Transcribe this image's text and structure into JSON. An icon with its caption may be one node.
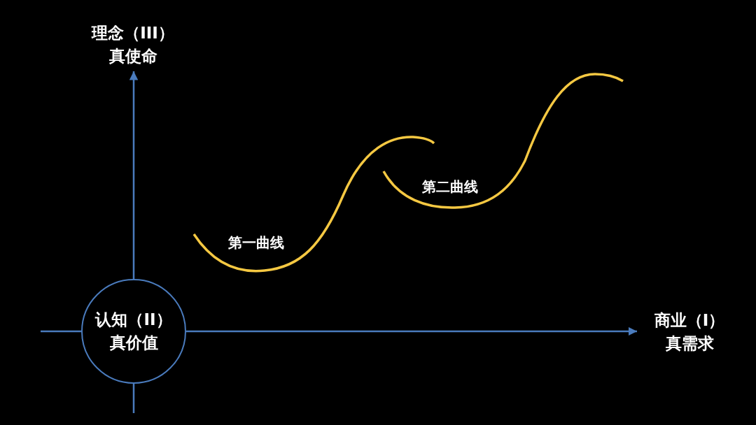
{
  "diagram": {
    "nodes": [
      {
        "text": [
          "认知（II）",
          "真价值"
        ]
      },
      {
        "text": [
          "理念（III）",
          "真使命"
        ]
      },
      {
        "text": [
          "商业（I）",
          "真需求"
        ]
      }
    ],
    "edges": [
      {
        "from": 0,
        "to": 1,
        "arrow": "to"
      },
      {
        "from": 0,
        "to": 2,
        "arrow": "to"
      }
    ],
    "labels": [
      "第一曲线",
      "第二曲线"
    ]
  }
}
